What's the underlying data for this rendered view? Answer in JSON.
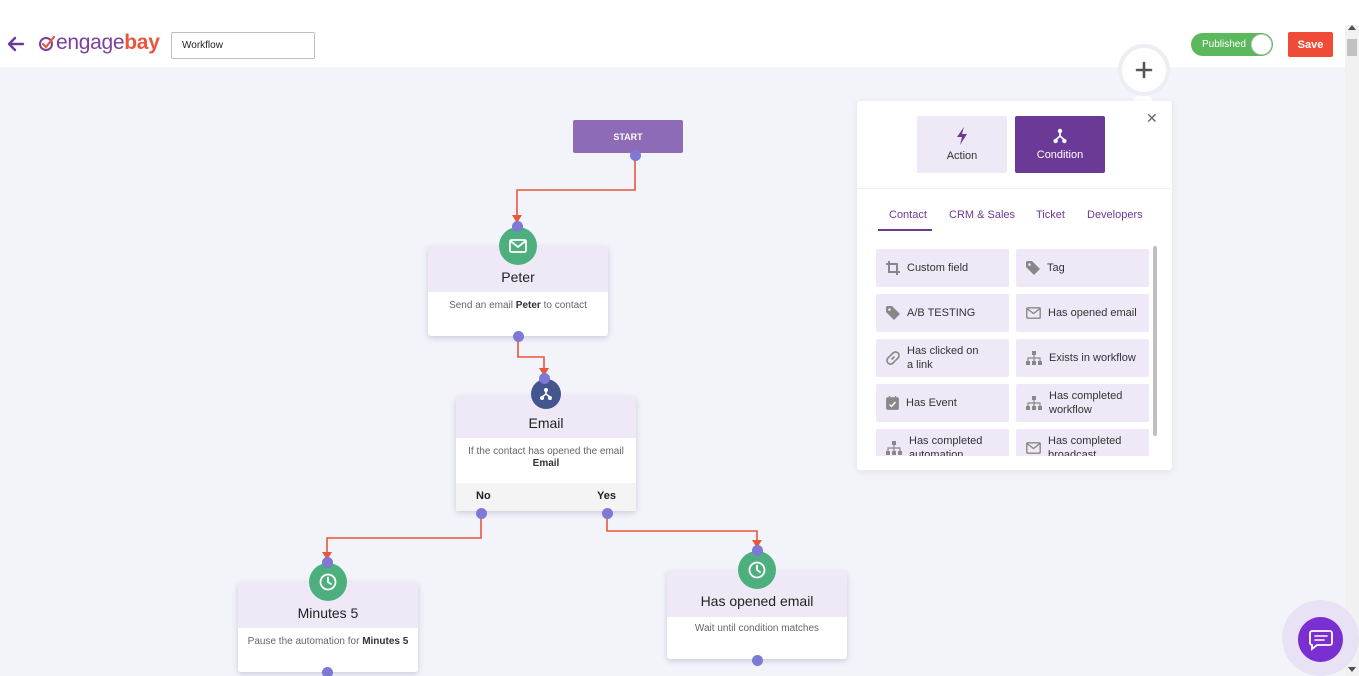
{
  "header": {
    "logo_engage": "engage",
    "logo_bay": "bay",
    "workflow_name": "Workflow",
    "toggle_label": "Published",
    "save_label": "Save"
  },
  "flow": {
    "start_label": "START",
    "email_node": {
      "title": "Peter",
      "desc_prefix": "Send an email ",
      "desc_bold": "Peter",
      "desc_suffix": " to contact",
      "icon": "envelope-icon"
    },
    "condition_node": {
      "title": "Email",
      "desc": "If the contact has opened the email",
      "desc_bold": "Email",
      "no_label": "No",
      "yes_label": "Yes",
      "icon": "branch-icon"
    },
    "wait_node": {
      "title": "Minutes 5",
      "desc_prefix": "Pause the automation for ",
      "desc_bold": "Minutes 5",
      "icon": "clock-icon"
    },
    "opened_node": {
      "title": "Has opened email",
      "desc": "Wait until condition matches",
      "icon": "clock-icon"
    }
  },
  "panel": {
    "action_label": "Action",
    "condition_label": "Condition",
    "tabs": [
      "Contact",
      "CRM & Sales",
      "Ticket",
      "Developers"
    ],
    "items": [
      {
        "label": "Custom field",
        "icon": "crop-icon"
      },
      {
        "label": "Tag",
        "icon": "tag-icon"
      },
      {
        "label": "A/B TESTING",
        "icon": "tag-icon"
      },
      {
        "label": "Has opened email",
        "icon": "envelope-icon"
      },
      {
        "label": "Has clicked on a link",
        "icon": "link-icon"
      },
      {
        "label": "Exists in workflow",
        "icon": "sitemap-icon"
      },
      {
        "label": "Has Event",
        "icon": "calendar-check-icon"
      },
      {
        "label": "Has completed workflow",
        "icon": "sitemap-icon"
      },
      {
        "label": "Has completed automation",
        "icon": "sitemap-icon"
      },
      {
        "label": "Has completed broadcast",
        "icon": "envelope-icon"
      }
    ]
  },
  "colors": {
    "brand_purple": "#6b3a96",
    "brand_orange": "#e8573b",
    "connector": "#e8573b",
    "published_green": "#5cb85c",
    "save_red": "#ef4b36"
  }
}
